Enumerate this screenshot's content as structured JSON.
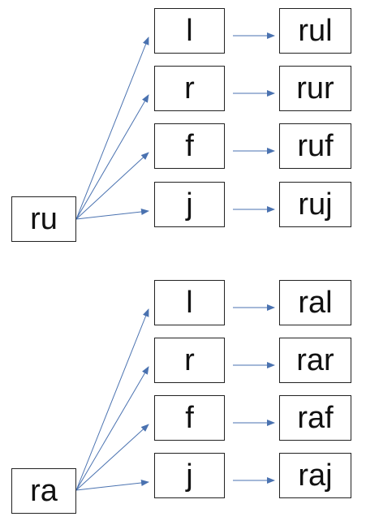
{
  "line_color": "#4a72b0",
  "groups": [
    {
      "root": "ru",
      "branches": [
        {
          "middle": "l",
          "result": "rul"
        },
        {
          "middle": "r",
          "result": "rur"
        },
        {
          "middle": "f",
          "result": "ruf"
        },
        {
          "middle": "j",
          "result": "ruj"
        }
      ]
    },
    {
      "root": "ra",
      "branches": [
        {
          "middle": "l",
          "result": "ral"
        },
        {
          "middle": "r",
          "result": "rar"
        },
        {
          "middle": "f",
          "result": "raf"
        },
        {
          "middle": "j",
          "result": "raj"
        }
      ]
    }
  ]
}
